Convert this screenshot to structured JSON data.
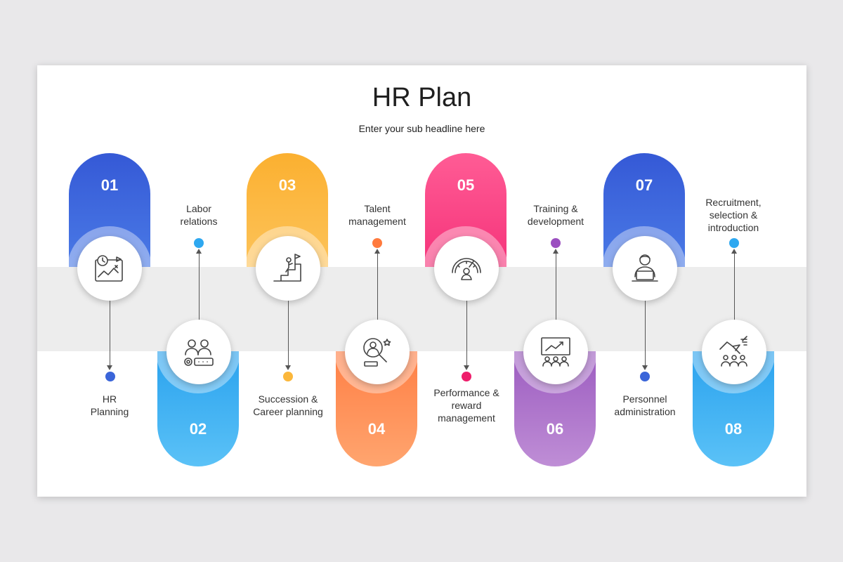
{
  "title": "HR Plan",
  "subtitle": "Enter your sub headline here",
  "steps": [
    {
      "number": "01",
      "label": [
        "HR",
        "Planning"
      ],
      "color": "#3a65d9",
      "icon": "strategy-map-icon"
    },
    {
      "number": "02",
      "label": [
        "Labor",
        "relations"
      ],
      "color": "#2ea8f0",
      "icon": "team-chat-icon"
    },
    {
      "number": "03",
      "label": [
        "Succession &",
        "Career planning"
      ],
      "color": "#fbb73b",
      "icon": "career-ladder-icon"
    },
    {
      "number": "04",
      "label": [
        "Talent",
        "management"
      ],
      "color": "#ff8a50",
      "icon": "talent-search-icon"
    },
    {
      "number": "05",
      "label": [
        "Performance &",
        "reward",
        "management"
      ],
      "color": "#f5437e",
      "icon": "performance-gauge-icon"
    },
    {
      "number": "06",
      "label": [
        "Training &",
        "development"
      ],
      "color": "#a264c5",
      "icon": "presentation-icon"
    },
    {
      "number": "07",
      "label": [
        "Personnel",
        "administration"
      ],
      "color": "#3a65d9",
      "icon": "employee-computer-icon"
    },
    {
      "number": "08",
      "label": [
        "Recruitment,",
        "selection &",
        "introduction"
      ],
      "color": "#2ea8f0",
      "icon": "recruitment-hand-icon"
    }
  ]
}
